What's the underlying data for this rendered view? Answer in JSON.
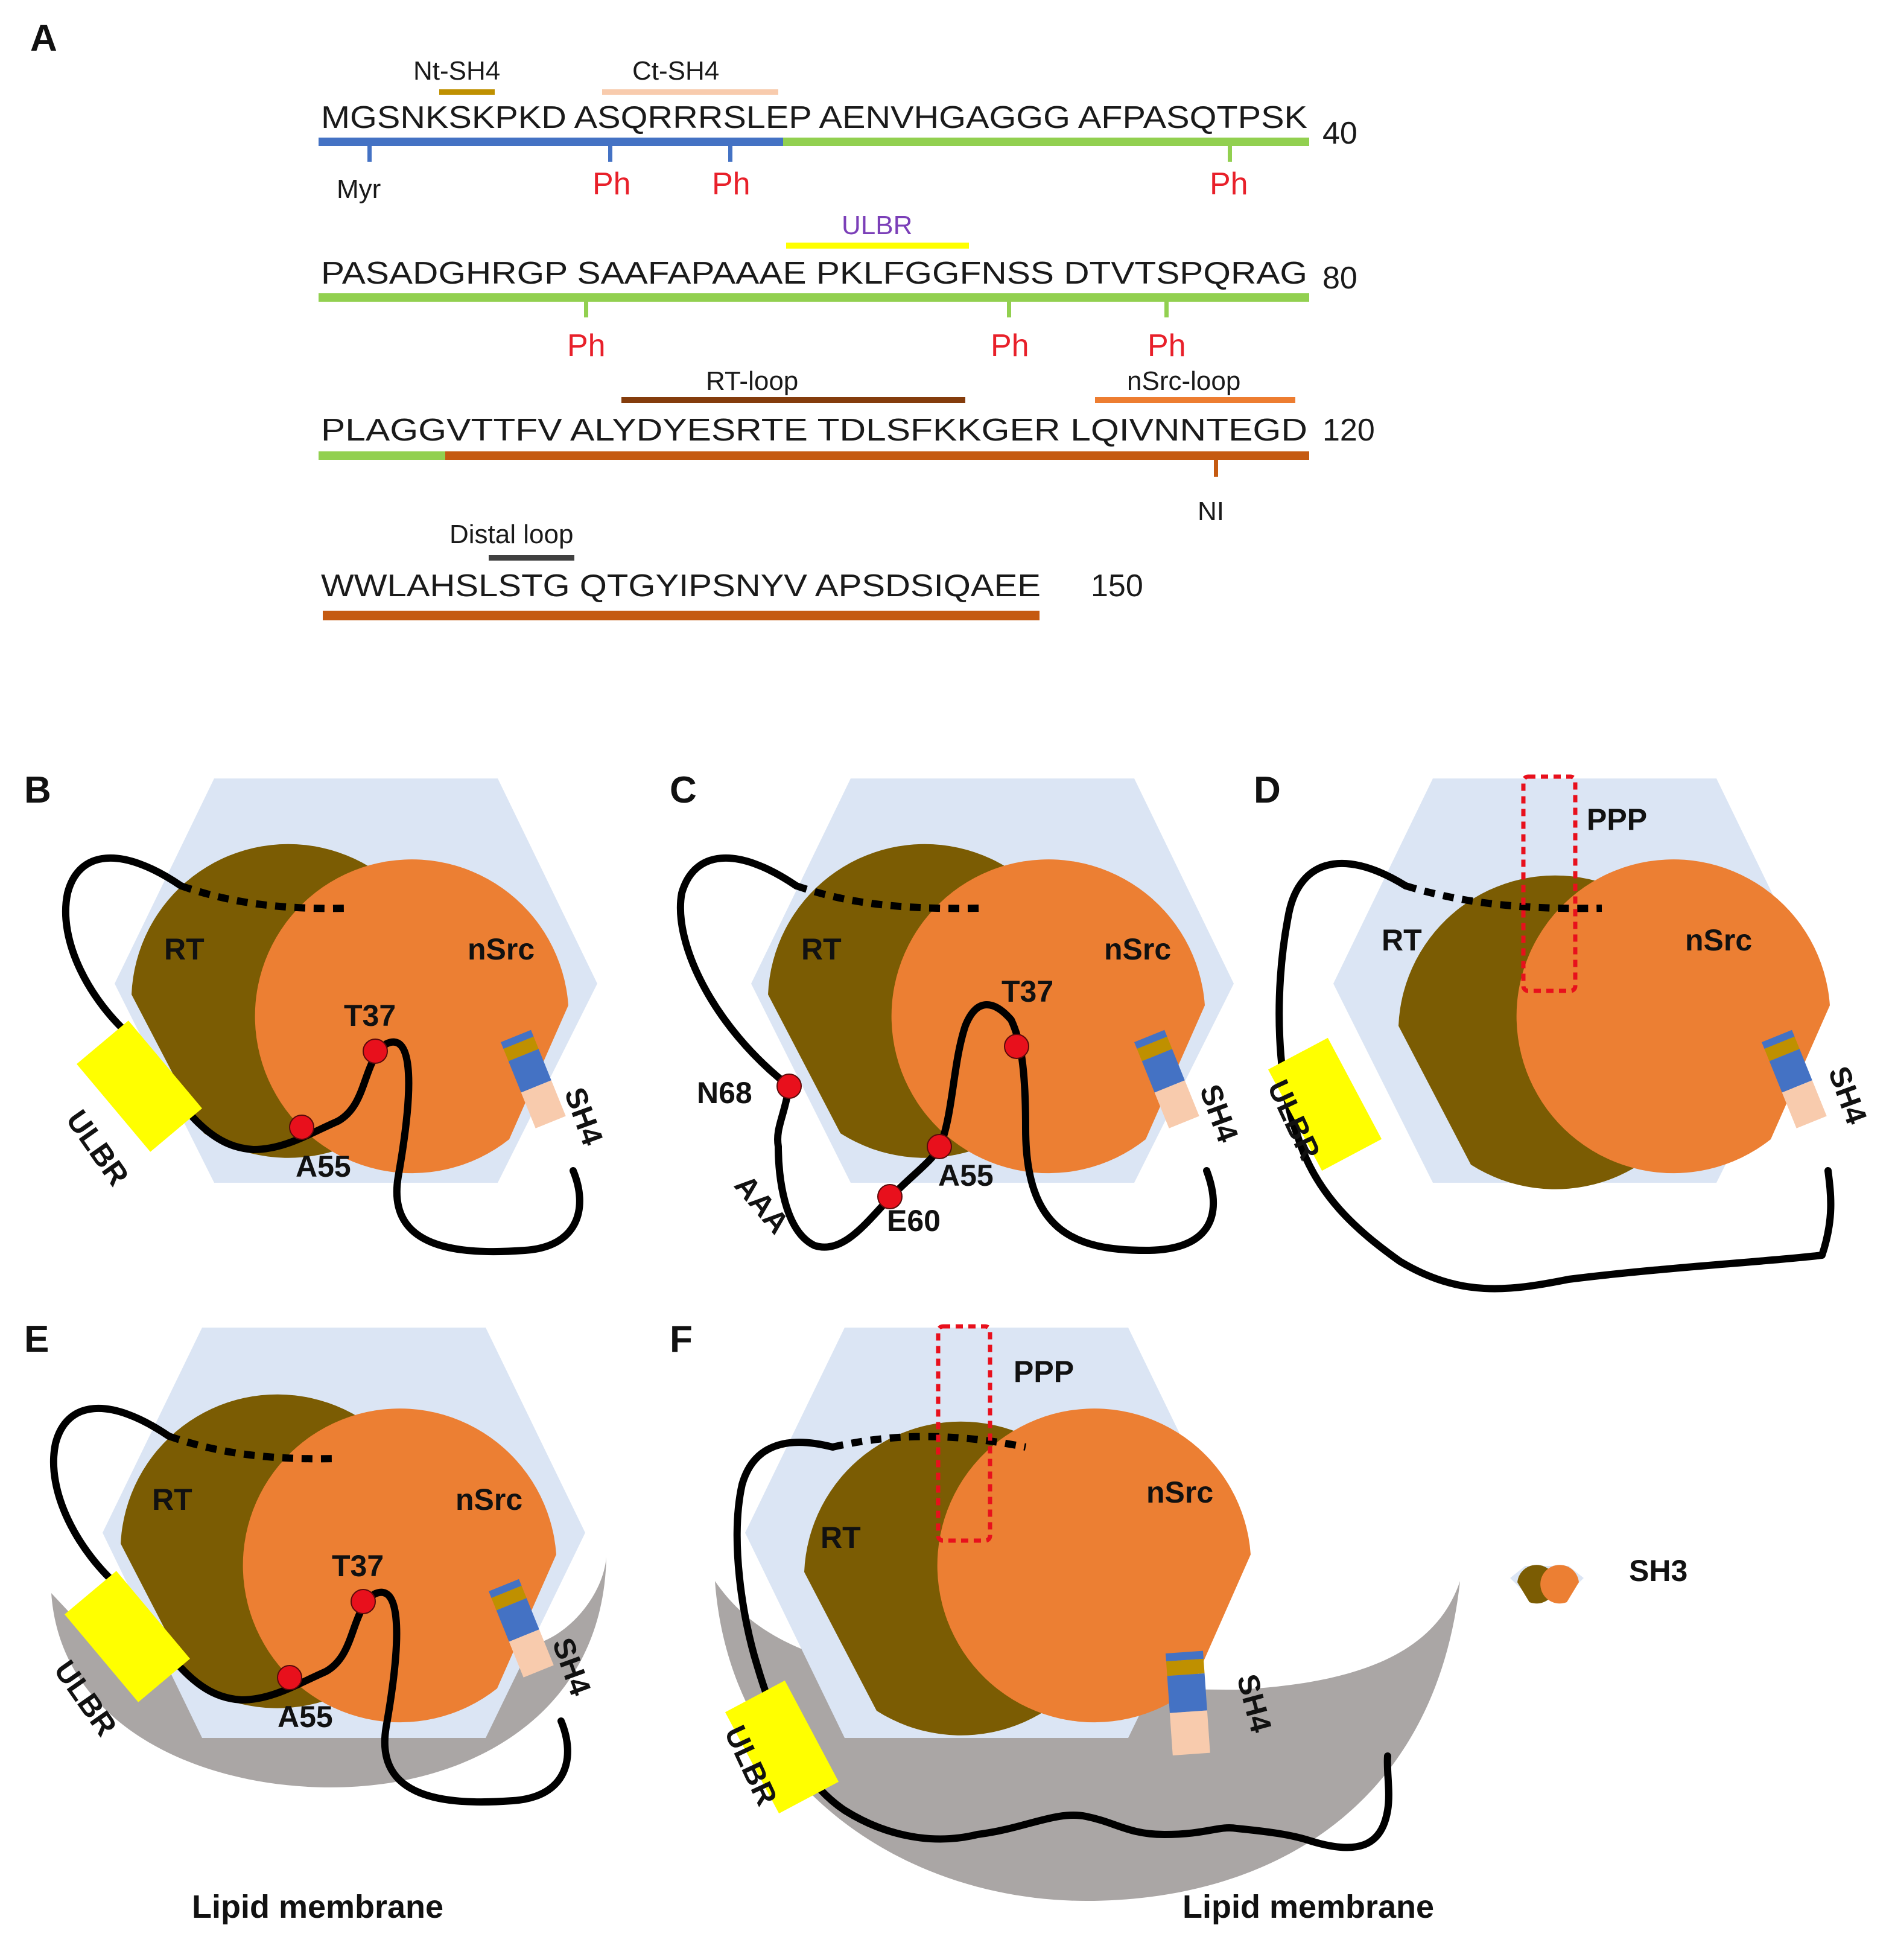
{
  "panel_a": {
    "letter": "A",
    "rows": [
      {
        "seq": "MGSNKSKPKD ASQRRRSLEP AENVHGAGGG AFPASQTPSK",
        "num": "40"
      },
      {
        "seq": "PASADGHRGP SAAFAPAAAE PKLFGGFNSS DTVTSPQRAG",
        "num": "80"
      },
      {
        "seq": "PLAGGVTTFV ALYDYESRTE TDLSFKKGER LQIVNNTEGD",
        "num": "120"
      },
      {
        "seq": "WWLAHSLSTG QTGYIPSNYV APSDSIQAEE",
        "num": "150"
      }
    ],
    "feature_labels": {
      "nt_sh4": "Nt-SH4",
      "ct_sh4": "Ct-SH4",
      "ulbr": "ULBR",
      "rt_loop": "RT-loop",
      "nsrc_loop": "nSrc-loop",
      "distal_loop": "Distal loop"
    },
    "modification_labels": {
      "myr": "Myr",
      "ph": "Ph",
      "ni": "NI"
    },
    "colors": {
      "sh4_domain": "#4472c4",
      "unique_domain": "#92d050",
      "sh3_domain": "#c55a11",
      "nt_sh4": "#bf9000",
      "ct_sh4": "#f8cbad",
      "ulbr": "#ffff00",
      "rt_loop": "#843c0c",
      "nsrc_loop": "#ed7d31",
      "distal_loop": "#404040"
    }
  },
  "panels": {
    "b": {
      "letter": "B",
      "rt": "RT",
      "nsrc": "nSrc",
      "ulbr": "ULBR",
      "sh4": "SH4",
      "t37": "T37",
      "a55": "A55"
    },
    "c": {
      "letter": "C",
      "rt": "RT",
      "nsrc": "nSrc",
      "sh4": "SH4",
      "t37": "T37",
      "n68": "N68",
      "a55": "A55",
      "e60": "E60",
      "aaa": "AAA"
    },
    "d": {
      "letter": "D",
      "rt": "RT",
      "nsrc": "nSrc",
      "ulbr": "ULBR",
      "sh4": "SH4",
      "ppp": "PPP"
    },
    "e": {
      "letter": "E",
      "rt": "RT",
      "nsrc": "nSrc",
      "ulbr": "ULBR",
      "sh4": "SH4",
      "t37": "T37",
      "a55": "A55",
      "membrane": "Lipid membrane"
    },
    "f": {
      "letter": "F",
      "rt": "RT",
      "nsrc": "nSrc",
      "ulbr": "ULBR",
      "sh4": "SH4",
      "ppp": "PPP",
      "membrane": "Lipid membrane"
    }
  },
  "legend": {
    "label": "SH3"
  }
}
